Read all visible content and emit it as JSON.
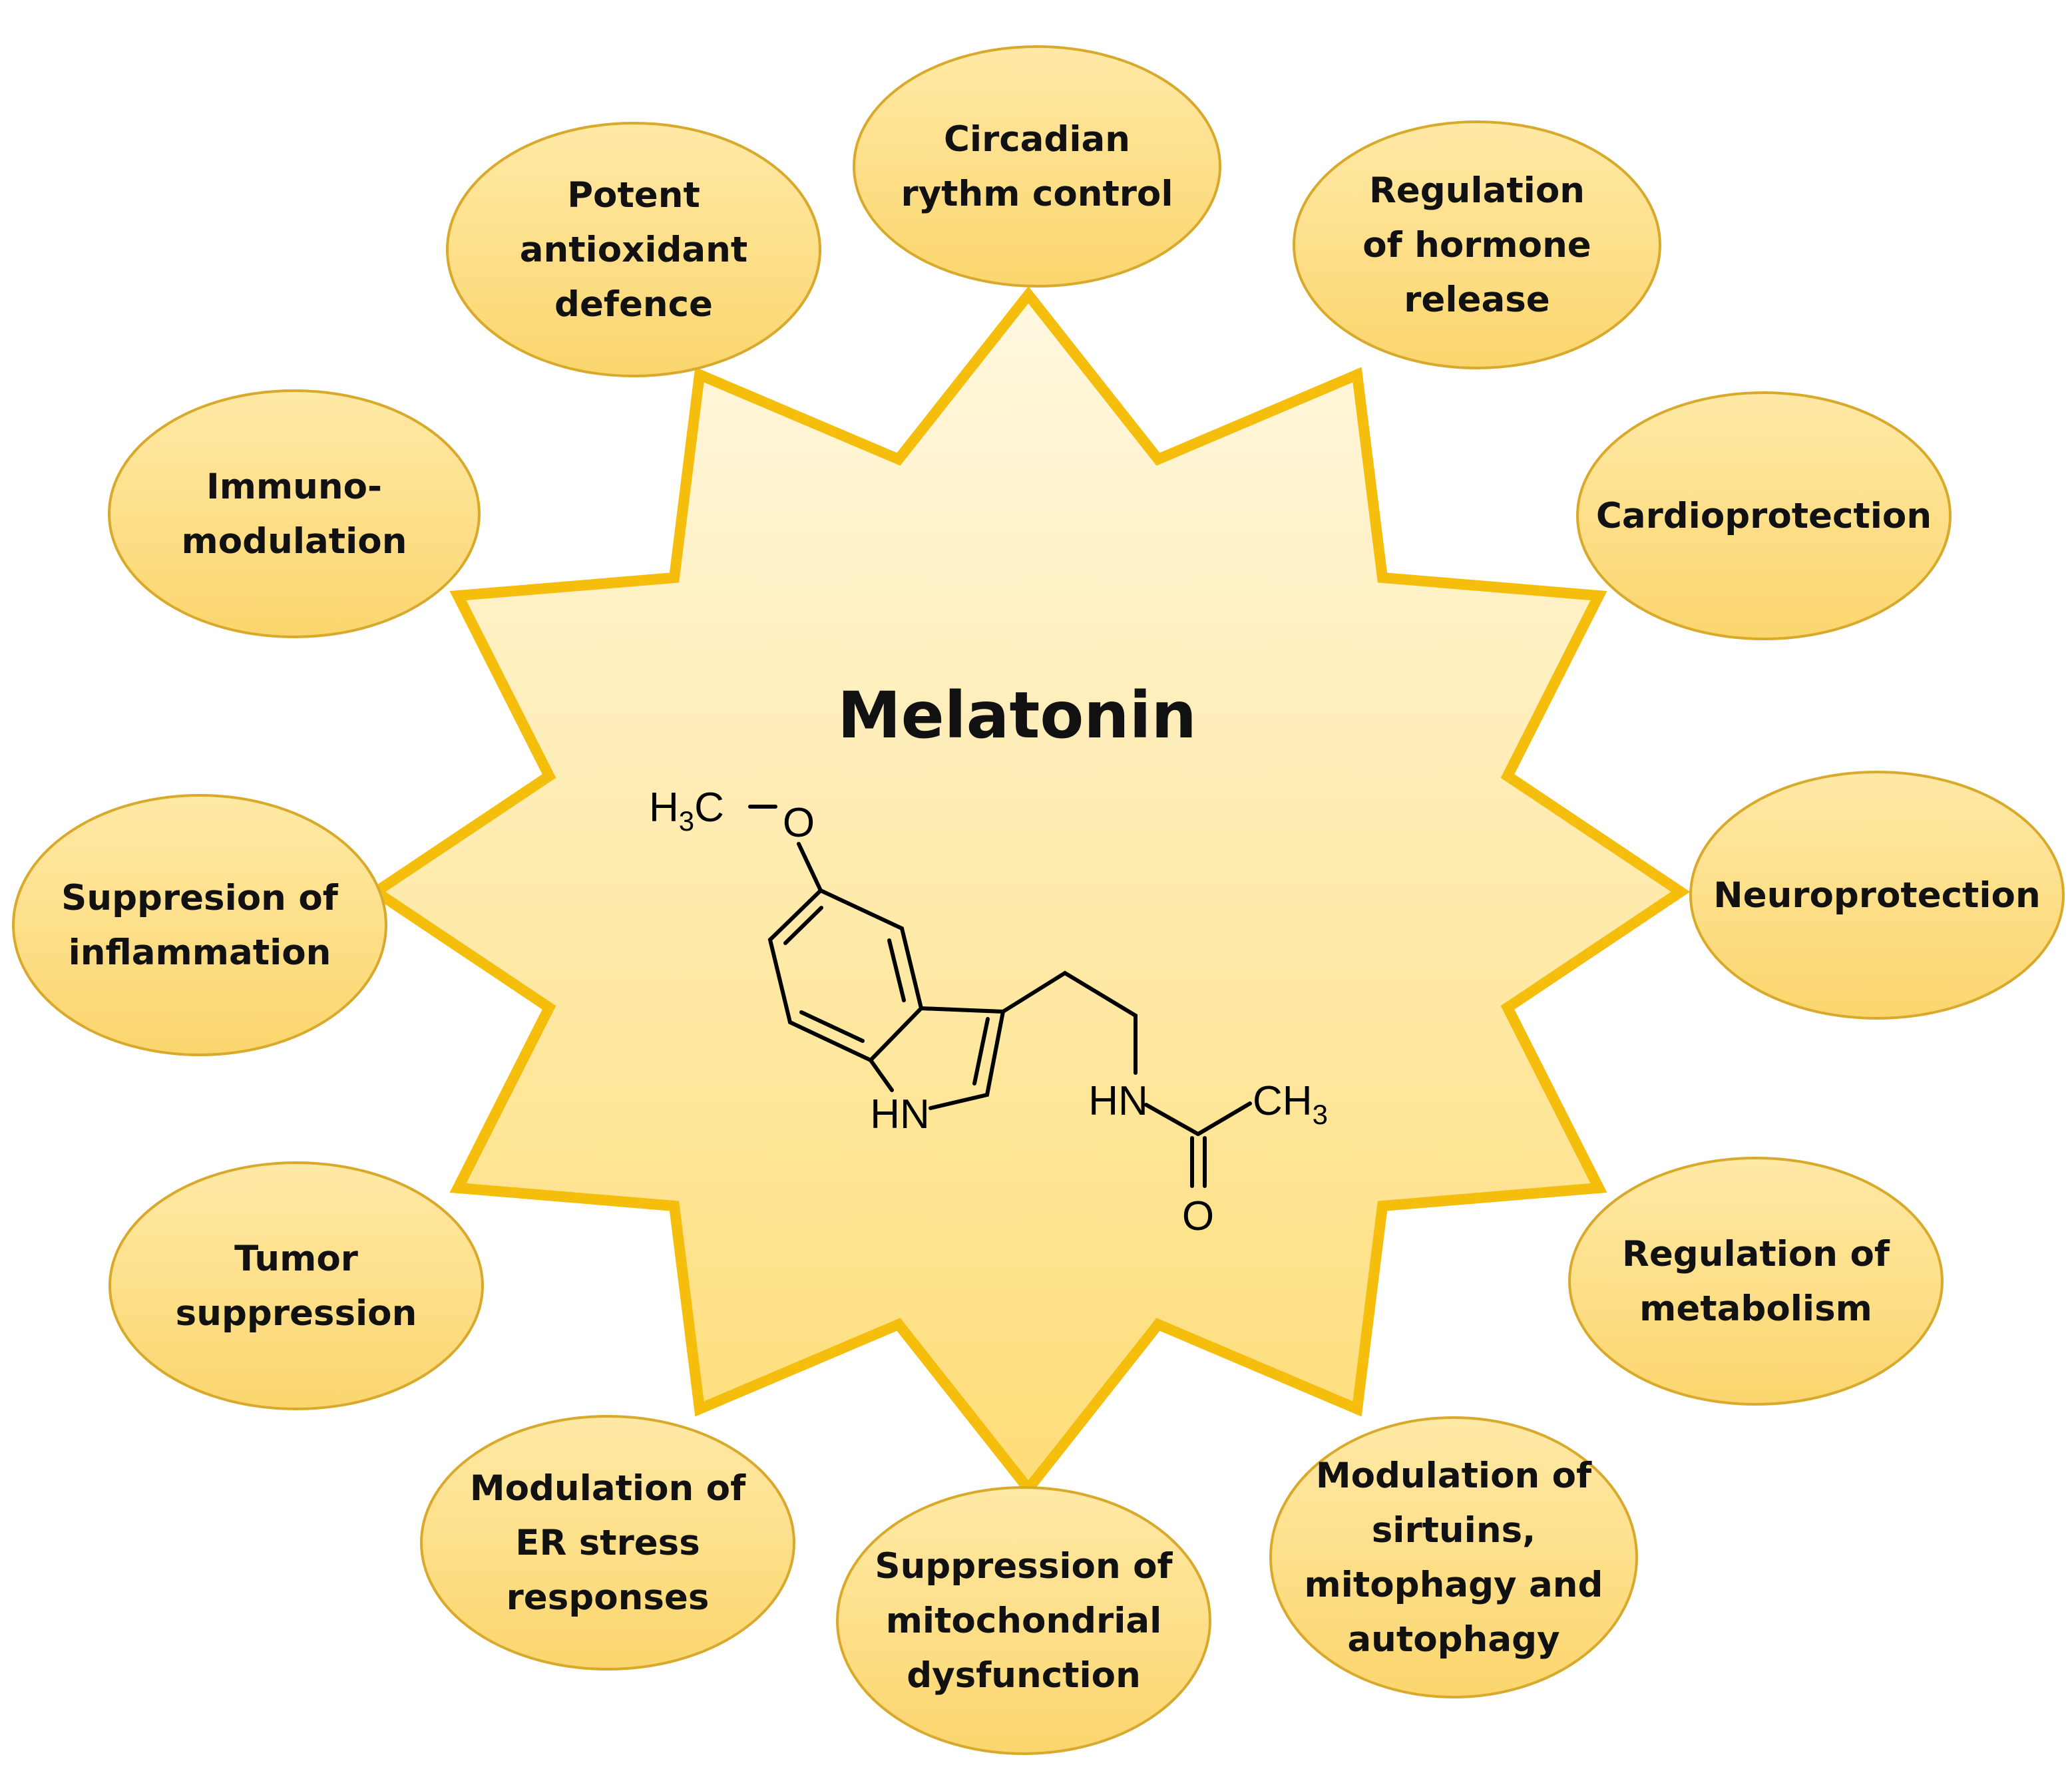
{
  "colors": {
    "star_fill_top": "#fff8e0",
    "star_fill_bottom": "#fedd78",
    "star_stroke": "#f5be0d",
    "bubble_fill_top": "#ffe9a6",
    "bubble_fill_bottom": "#fbd66e",
    "bubble_stroke": "#d9a92b",
    "text": "#111111"
  },
  "center": {
    "title": "Melatonin"
  },
  "molecule": {
    "h3c": {
      "main": "H",
      "sub": "3",
      "tail": "C"
    },
    "o_ether": "O",
    "nh_ring": "HN",
    "nh_amide": "HN",
    "ch3": {
      "main": "CH",
      "sub": "3"
    },
    "o_carbonyl": "O"
  },
  "functions": [
    {
      "id": "circadian",
      "lines": [
        "Circadian",
        "rythm control"
      ]
    },
    {
      "id": "hormone",
      "lines": [
        "Regulation",
        "of hormone",
        "release"
      ]
    },
    {
      "id": "cardio",
      "lines": [
        "Cardioprotection"
      ]
    },
    {
      "id": "neuro",
      "lines": [
        "Neuroprotection"
      ]
    },
    {
      "id": "metabolism",
      "lines": [
        "Regulation of",
        "metabolism"
      ]
    },
    {
      "id": "sirtuins",
      "lines": [
        "Modulation of",
        "sirtuins,",
        "mitophagy and",
        "autophagy"
      ]
    },
    {
      "id": "mito",
      "lines": [
        "Suppression of",
        "mitochondrial",
        "dysfunction"
      ]
    },
    {
      "id": "er-stress",
      "lines": [
        "Modulation of",
        "ER stress",
        "responses"
      ]
    },
    {
      "id": "tumor",
      "lines": [
        "Tumor",
        "suppression"
      ]
    },
    {
      "id": "inflammation",
      "lines": [
        "Suppresion of",
        "inflammation"
      ]
    },
    {
      "id": "immuno",
      "lines": [
        "Immuno-",
        "modulation"
      ]
    },
    {
      "id": "antioxidant",
      "lines": [
        "Potent",
        "antioxidant",
        "defence"
      ]
    }
  ]
}
